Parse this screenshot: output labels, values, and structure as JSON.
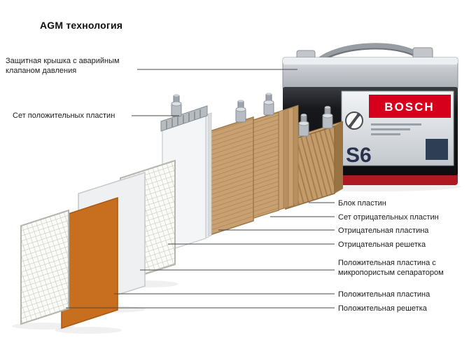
{
  "title": "AGM технология",
  "callouts_left": [
    {
      "label": "Защитная крышка с аварийным клапаном давления"
    },
    {
      "label": "Сет положительных пластин"
    }
  ],
  "callouts_right": [
    {
      "label": "Блок пластин"
    },
    {
      "label": "Сет отрицательных пластин"
    },
    {
      "label": "Отрицательная пластина"
    },
    {
      "label": "Отрицательная решетка"
    },
    {
      "label": "Положительная пластина с микропористым сепаратором"
    },
    {
      "label": "Положительная пластина"
    },
    {
      "label": "Положительная решетка"
    }
  ],
  "battery": {
    "brand": "BOSCH",
    "model": "S6"
  },
  "colors": {
    "positive_plate": "#c76f1e",
    "negative_plate": "#c79e6c",
    "bosch_red": "#d6001c",
    "battery_body": "#17181b"
  }
}
